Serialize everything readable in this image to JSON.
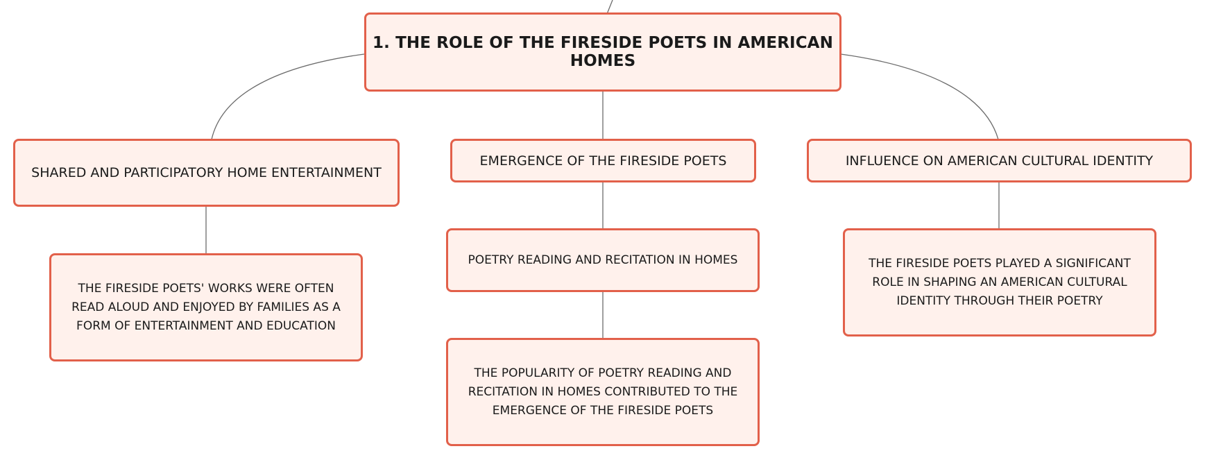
{
  "root": {
    "label": "1. THE ROLE OF THE FIRESIDE POETS IN AMERICAN HOMES"
  },
  "branches": [
    {
      "label": "SHARED AND PARTICIPATORY HOME ENTERTAINMENT",
      "children": [
        "THE FIRESIDE POETS' WORKS WERE OFTEN READ ALOUD AND ENJOYED BY FAMILIES AS A FORM OF ENTERTAINMENT AND EDUCATION"
      ]
    },
    {
      "label": "EMERGENCE OF THE FIRESIDE POETS",
      "children": [
        "POETRY READING AND RECITATION IN HOMES",
        "THE POPULARITY OF POETRY READING AND RECITATION IN HOMES CONTRIBUTED TO THE EMERGENCE OF THE FIRESIDE POETS"
      ]
    },
    {
      "label": "INFLUENCE ON AMERICAN CULTURAL IDENTITY",
      "children": [
        "THE FIRESIDE POETS PLAYED A SIGNIFICANT ROLE IN SHAPING AN AMERICAN CULTURAL IDENTITY THROUGH THEIR POETRY"
      ]
    }
  ],
  "colors": {
    "node_border": "#e2604a",
    "node_fill": "#fff1ec",
    "connector": "#6b6b6b"
  }
}
